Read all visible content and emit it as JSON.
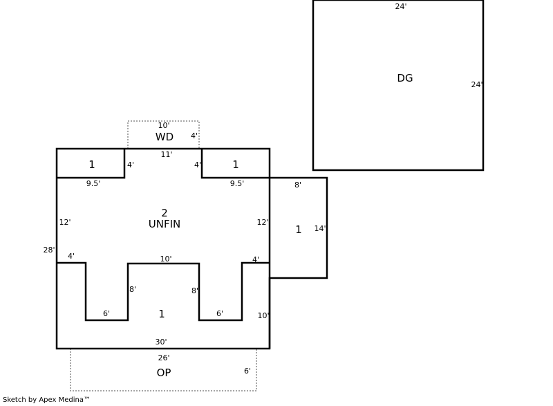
{
  "garage": {
    "label": "DG",
    "width": "24'",
    "depth": "24'"
  },
  "wood_deck": {
    "label": "WD",
    "width": "10'",
    "depth": "4'"
  },
  "open_porch": {
    "label": "OP",
    "width": "26'",
    "depth": "6'"
  },
  "main": {
    "upper_label_story": "2",
    "upper_label_type": "UNFIN",
    "top_left_box": {
      "label": "1",
      "width": "9.5'",
      "height": "4'"
    },
    "top_right_box": {
      "label": "1",
      "width": "9.5'",
      "height": "4'"
    },
    "top_center": "11'",
    "left_12": "12'",
    "right_12": "12'",
    "overall_left": "28'",
    "left_notch": "4'",
    "right_notch": "4'",
    "center_10": "10'",
    "left_8": "8'",
    "right_8": "8'",
    "left_6": "6'",
    "right_6": "6'",
    "lower_label": "1",
    "right_10": "10'",
    "bottom": "30'"
  },
  "side_wing": {
    "label": "1",
    "width": "8'",
    "depth": "14'"
  },
  "credit": "Sketch by Apex Medina™"
}
